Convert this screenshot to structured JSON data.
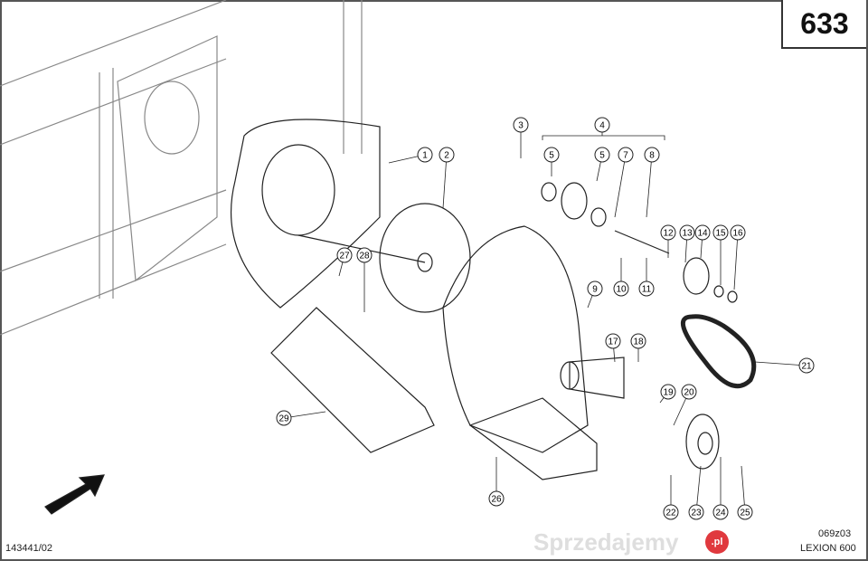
{
  "page_number": "633",
  "drawing_ref": "143441/02",
  "figure_code": "069z03",
  "model": "LEXION 600",
  "watermark": "Sprzedajemy",
  "watermark_badge": ".pl",
  "callouts": [
    "1",
    "2",
    "3",
    "4",
    "5",
    "5",
    "7",
    "8",
    "9",
    "10",
    "11",
    "12",
    "13",
    "14",
    "15",
    "16",
    "17",
    "18",
    "19",
    "20",
    "21",
    "22",
    "23",
    "24",
    "25",
    "26",
    "27",
    "28",
    "29"
  ]
}
